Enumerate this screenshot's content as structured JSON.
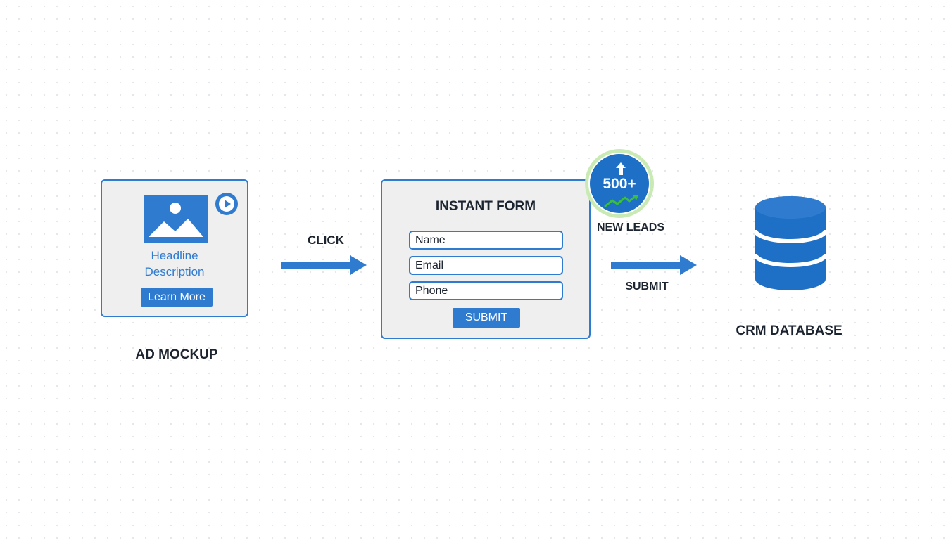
{
  "ad_mockup": {
    "headline": "Headline",
    "description": "Description",
    "cta_label": "Learn More",
    "caption": "AD MOCKUP"
  },
  "flow": {
    "click_label": "CLICK",
    "submit_label": "SUBMIT"
  },
  "instant_form": {
    "title": "INSTANT FORM",
    "fields": [
      {
        "placeholder": "Name"
      },
      {
        "placeholder": "Email"
      },
      {
        "placeholder": "Phone"
      }
    ],
    "submit_label": "SUBMIT"
  },
  "leads_badge": {
    "count": "500+",
    "label": "NEW LEADS"
  },
  "crm": {
    "caption": "CRM DATABASE"
  },
  "colors": {
    "accent": "#2f7bd0",
    "badge_ring": "#c9eab4",
    "trend_green": "#3bbf3b",
    "card_bg": "#efefef",
    "text_dark": "#1c2430"
  }
}
